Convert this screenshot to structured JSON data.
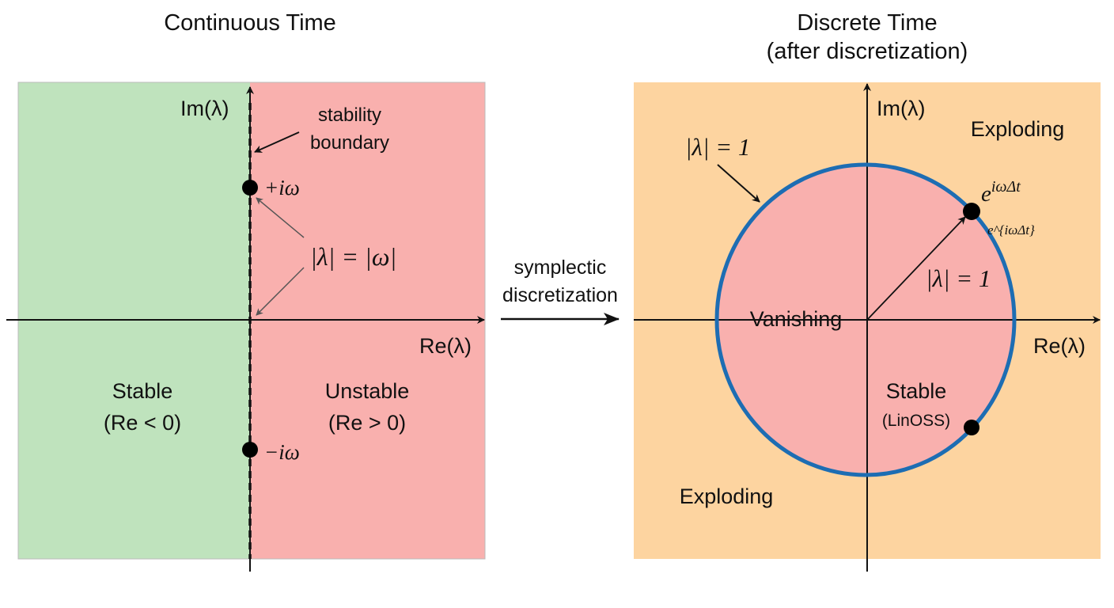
{
  "left": {
    "title": "Continuous Time",
    "im_label": "Im(λ)",
    "re_label": "Re(λ)",
    "boundary_label_1": "stability",
    "boundary_label_2": "boundary",
    "plus_point": "+iω",
    "minus_point": "−iω",
    "magnitude_label": "|λ| = |ω|",
    "stable_1": "Stable",
    "stable_2": "(Re < 0)",
    "unstable_1": "Unstable",
    "unstable_2": "(Re > 0)"
  },
  "middle": {
    "line1": "symplectic",
    "line2": "discretization"
  },
  "right": {
    "title_1": "Discrete Time",
    "title_2": "(after discretization)",
    "im_label": "Im(λ)",
    "re_label": "Re(λ)",
    "exploding_top": "Exploding",
    "exploding_bottom": "Exploding",
    "circle_label": "|λ| = 1",
    "radius_label": "|λ| = 1",
    "point_label": "e^{iωΔt}",
    "point_base": "e",
    "point_exp": "iωΔt",
    "vanishing": "Vanishing",
    "stable_1": "Stable",
    "stable_2": "(LinOSS)"
  },
  "colors": {
    "stable": "#bfe3bd",
    "unstable": "#f9b0ae",
    "exploding": "#fdd4a0",
    "circle": "#1d6db3"
  }
}
